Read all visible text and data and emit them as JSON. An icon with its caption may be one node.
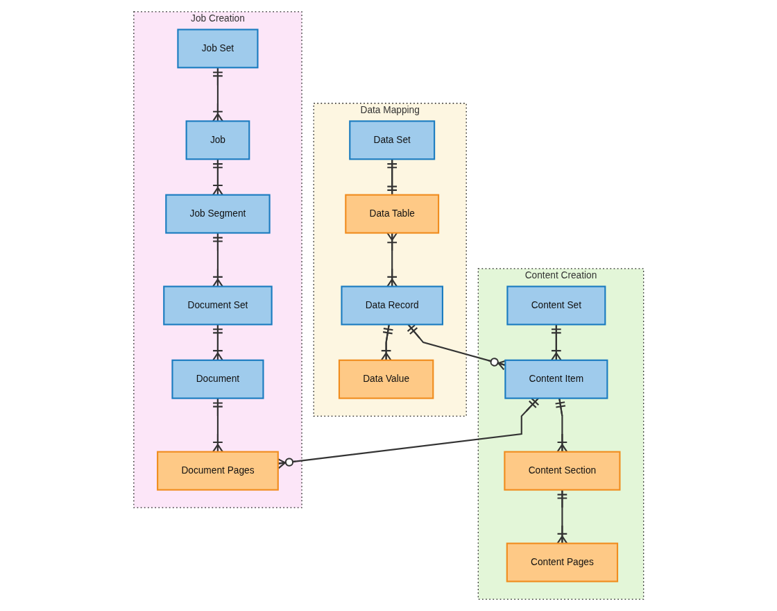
{
  "diagram": {
    "nodes": [
      {
        "text": [
          "Data Mapping"
        ]
      },
      {
        "text": [
          "Data Set"
        ],
        "in": 0
      },
      {
        "text": [
          "Data Table"
        ],
        "in": 0
      },
      {
        "text": [
          "Data Record"
        ],
        "in": 0
      },
      {
        "text": [
          "Data Value"
        ],
        "in": 0
      },
      {
        "text": [
          "Content Creation"
        ]
      },
      {
        "text": [
          "Content Set"
        ],
        "in": 5
      },
      {
        "text": [
          "Content Item"
        ],
        "in": 5
      },
      {
        "text": [
          "Content Section"
        ],
        "in": 5
      },
      {
        "text": [
          "Content Pages"
        ],
        "in": 5
      },
      {
        "text": [
          "Job Creation"
        ]
      },
      {
        "text": [
          "Job Set"
        ],
        "in": 10
      },
      {
        "text": [
          "Job"
        ],
        "in": 10
      },
      {
        "text": [
          "Job Segment"
        ],
        "in": 10
      },
      {
        "text": [
          "Document Pages"
        ],
        "in": 10
      },
      {
        "text": [
          "Document Set"
        ],
        "in": 10
      },
      {
        "text": [
          "Document"
        ],
        "in": 10
      }
    ],
    "edges": [
      {
        "from": 1,
        "to": 2,
        "arrow": "other"
      },
      {
        "from": 2,
        "to": 3,
        "arrow": "other"
      },
      {
        "from": 3,
        "to": 4,
        "arrow": "other"
      },
      {
        "from": 3,
        "to": 7,
        "arrow": "other"
      },
      {
        "from": 6,
        "to": 7,
        "arrow": "other"
      },
      {
        "from": 7,
        "to": 8,
        "arrow": "other"
      },
      {
        "from": 8,
        "to": 9,
        "arrow": "other"
      },
      {
        "from": 7,
        "to": 14,
        "arrow": "other"
      },
      {
        "from": 11,
        "to": 12,
        "arrow": "other"
      },
      {
        "from": 12,
        "to": 13,
        "arrow": "other"
      },
      {
        "from": 13,
        "to": 15,
        "arrow": "other"
      },
      {
        "from": 15,
        "to": 16,
        "arrow": "other"
      },
      {
        "from": 16,
        "to": 14,
        "arrow": "other"
      }
    ]
  }
}
